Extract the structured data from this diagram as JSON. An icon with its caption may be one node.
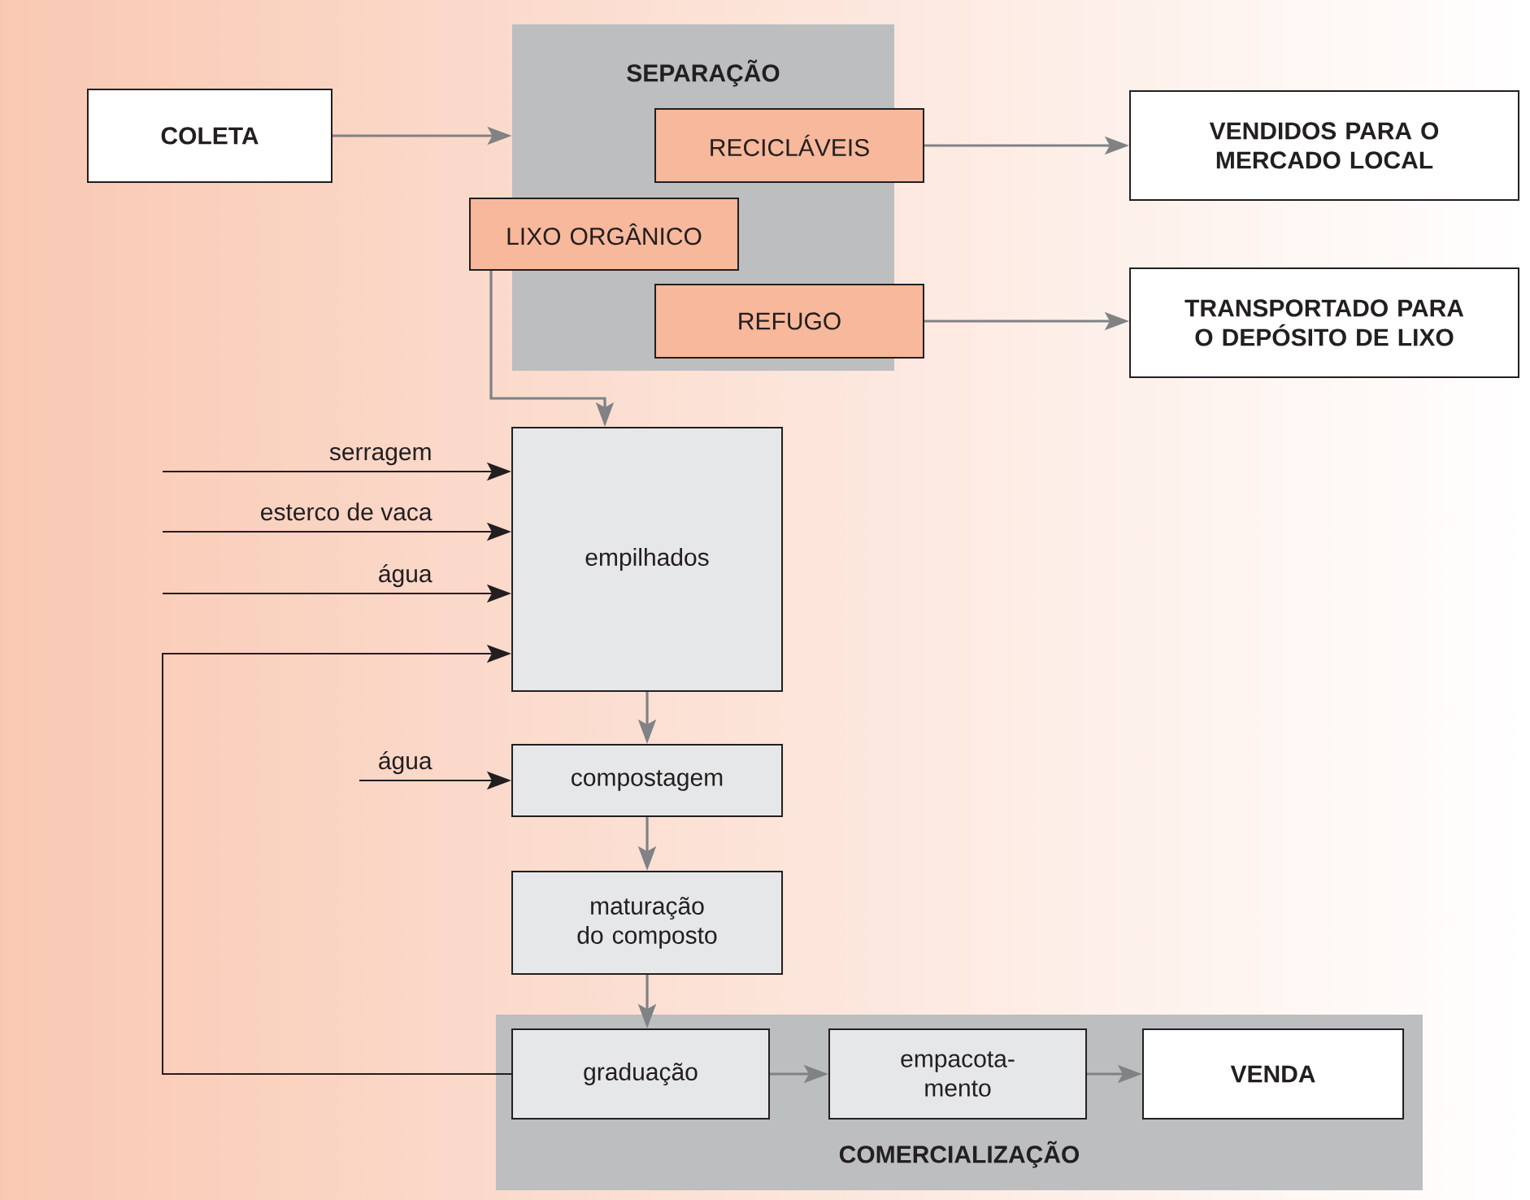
{
  "diagram": {
    "nodes": [
      {
        "text": [
          "COLETA"
        ]
      },
      {
        "text": [
          "SEPARAÇÃO"
        ]
      },
      {
        "text": [
          "RECICLÁVEIS"
        ]
      },
      {
        "text": [
          "LIXO ORGÂNICO"
        ]
      },
      {
        "text": [
          "REFUGO"
        ]
      },
      {
        "text": [
          "VENDIDOS PARA O MERCADO LOCAL"
        ]
      },
      {
        "text": [
          "TRANSPORTADO PARA O DEPÓSITO DE LIXO"
        ]
      },
      {
        "text": [
          "empilhados"
        ]
      },
      {
        "text": [
          "compostagem"
        ]
      },
      {
        "text": [
          "maturação do composto"
        ]
      },
      {
        "text": [
          "COMERCIALIZAÇÃO"
        ]
      },
      {
        "text": [
          "graduação"
        ],
        "in": 10
      },
      {
        "text": [
          "empacota- mento"
        ],
        "in": 10
      },
      {
        "text": [
          "VENDA"
        ],
        "in": 10
      }
    ],
    "edges": [
      {
        "from": 0,
        "to": 1,
        "arrow": "to"
      },
      {
        "from": 2,
        "to": 5,
        "arrow": "to"
      },
      {
        "from": 4,
        "to": 6,
        "arrow": "to"
      },
      {
        "from": 3,
        "to": 7,
        "arrow": "to"
      },
      {
        "from": null,
        "to": 7,
        "arrow": "to",
        "label": "serragem",
        "color": "#231f20"
      },
      {
        "from": null,
        "to": 7,
        "arrow": "to",
        "label": "esterco de vaca",
        "color": "#231f20"
      },
      {
        "from": null,
        "to": 7,
        "arrow": "to",
        "label": "água",
        "color": "#231f20"
      },
      {
        "from": 11,
        "to": 7,
        "arrow": "to",
        "color": "#231f20"
      },
      {
        "from": null,
        "to": 8,
        "arrow": "to",
        "label": "água",
        "color": "#231f20"
      },
      {
        "from": 7,
        "to": 8,
        "arrow": "to"
      },
      {
        "from": 8,
        "to": 9,
        "arrow": "to"
      },
      {
        "from": 9,
        "to": 11,
        "arrow": "to"
      },
      {
        "from": 11,
        "to": 12,
        "arrow": "to"
      },
      {
        "from": 12,
        "to": 13,
        "arrow": "to"
      }
    ]
  }
}
